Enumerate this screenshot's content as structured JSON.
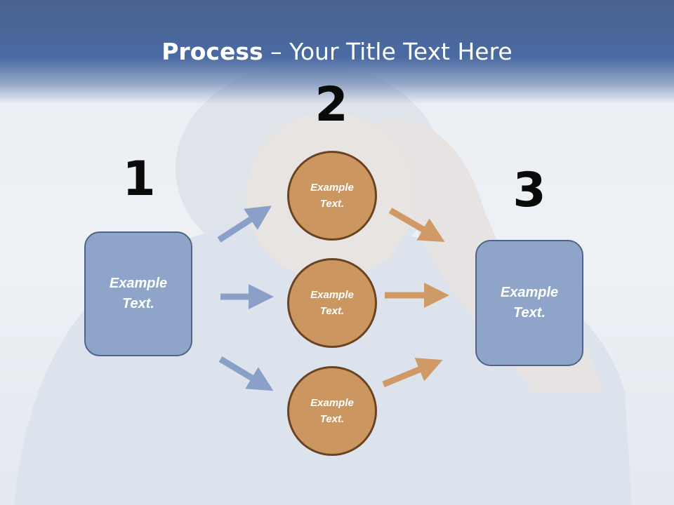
{
  "title": {
    "bold": "Process",
    "rest": " – Your Title Text Here"
  },
  "steps": [
    {
      "number": "1"
    },
    {
      "number": "2"
    },
    {
      "number": "3"
    }
  ],
  "boxes": {
    "left": "Example\nText.",
    "right": "Example\nText."
  },
  "circles": [
    "Example\nText.",
    "Example\nText.",
    "Example\nText."
  ],
  "colors": {
    "header": "#4a6aa2",
    "box_fill": "#8ea4c9",
    "circle_fill": "#cc9660",
    "blue_arrow": "#8aa0c8",
    "orange_arrow": "#cf9a66"
  }
}
